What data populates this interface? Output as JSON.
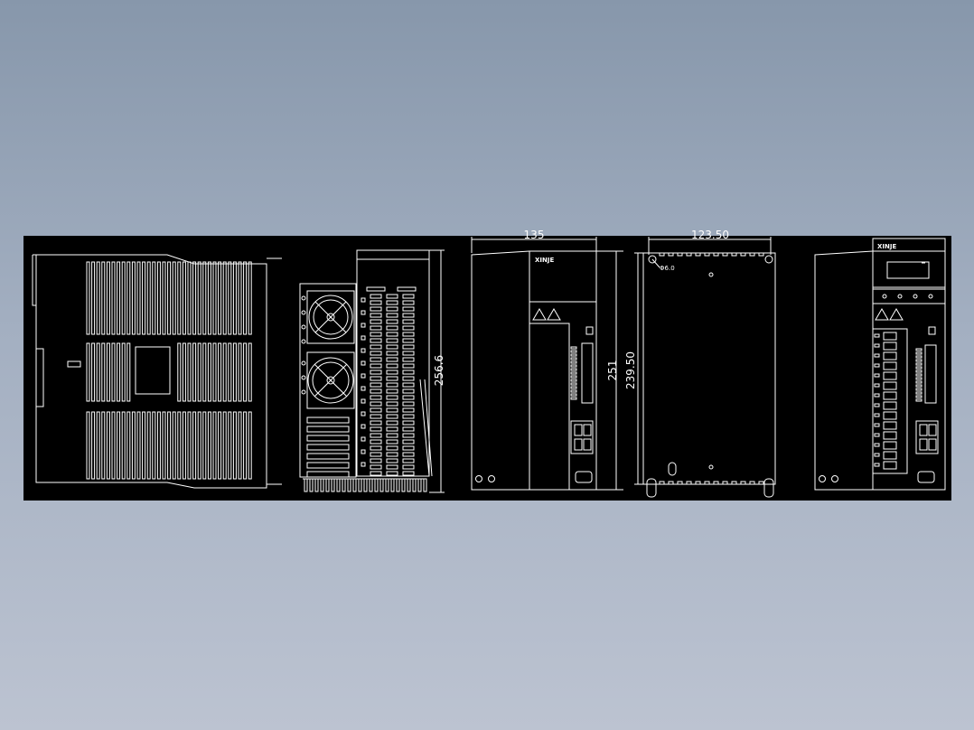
{
  "colors": {
    "background_top": "#8797ab",
    "background_bottom": "#bcc3d1",
    "canvas": "#000000",
    "line": "#ffffff"
  },
  "dimensions": {
    "height_side": "256.6",
    "width_front": "135",
    "height_front": "251",
    "width_back": "123.50",
    "height_back": "239.50",
    "hole_diameter": "Φ6.0"
  },
  "labels": {
    "brand": "XINJE"
  }
}
